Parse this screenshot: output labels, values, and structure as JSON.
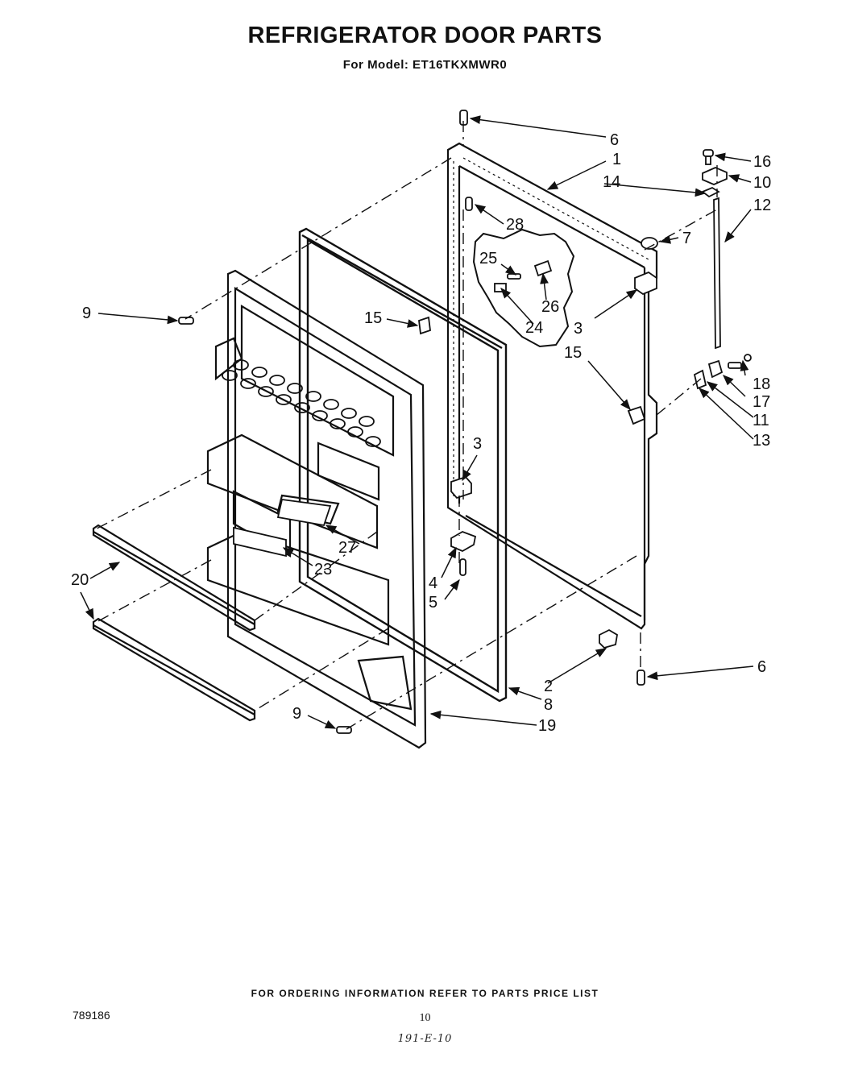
{
  "title": "REFRIGERATOR DOOR PARTS",
  "model": "For Model: ET16TKXMWR0",
  "footer": {
    "ordering_note": "FOR ORDERING INFORMATION REFER TO PARTS PRICE LIST",
    "doc_number": "789186",
    "page_number": "10",
    "handwritten_code": "191-E-10"
  },
  "callouts": {
    "c1": "1",
    "c2": "2",
    "c3a": "3",
    "c3b": "3",
    "c4": "4",
    "c5": "5",
    "c6a": "6",
    "c6b": "6",
    "c7": "7",
    "c8": "8",
    "c9a": "9",
    "c9b": "9",
    "c10": "10",
    "c11": "11",
    "c12": "12",
    "c13": "13",
    "c14": "14",
    "c15a": "15",
    "c15b": "15",
    "c16": "16",
    "c17": "17",
    "c18": "18",
    "c19": "19",
    "c20": "20",
    "c23": "23",
    "c24": "24",
    "c25": "25",
    "c26": "26",
    "c27": "27",
    "c28": "28"
  }
}
